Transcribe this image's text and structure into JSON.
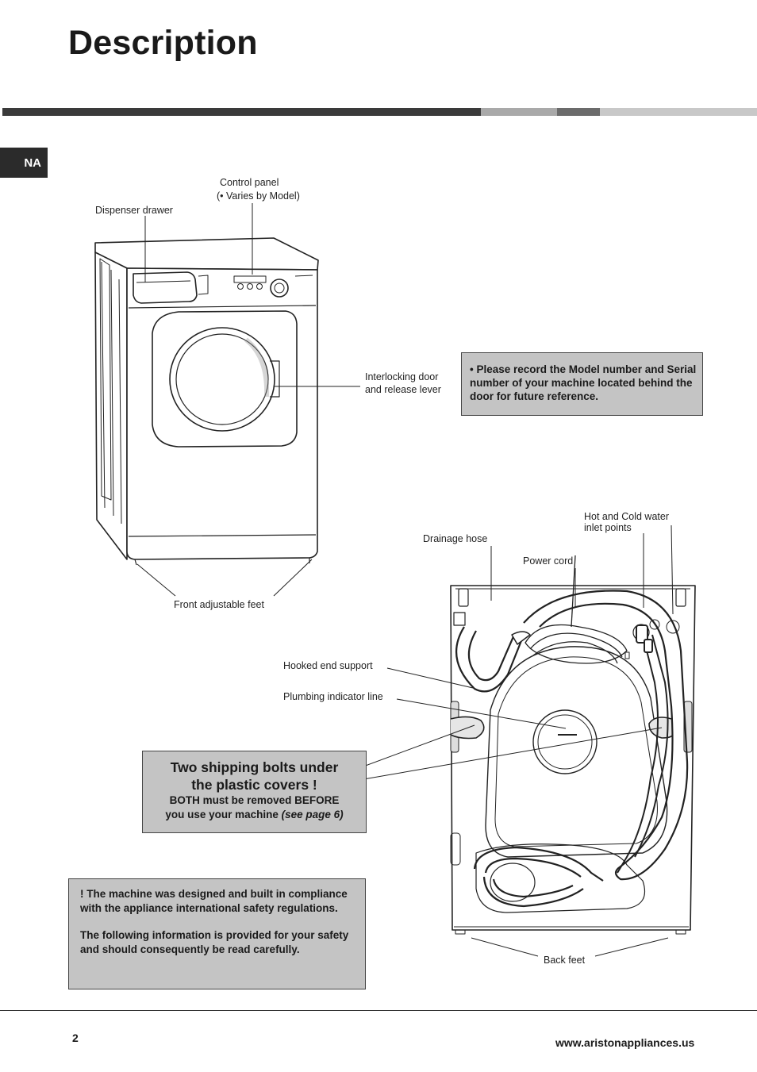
{
  "header": {
    "title": "Description",
    "stripe_colors": [
      "#3a3a3a",
      "#a9a9a9",
      "#6b6b6b",
      "#c8c8c8"
    ]
  },
  "tab": {
    "label": "NA"
  },
  "labels": {
    "control_panel": "Control panel",
    "varies_by_model": "(• Varies by Model)",
    "dispenser_drawer": "Dispenser drawer",
    "interlocking_door_1": "Interlocking door",
    "interlocking_door_2": "and release lever",
    "front_feet": "Front adjustable feet",
    "drainage_hose": "Drainage hose",
    "power_cord": "Power cord",
    "inlet_points_1": "Hot and Cold water",
    "inlet_points_2": "inlet points",
    "hooked_end": "Hooked end support",
    "plumbing_line": "Plumbing indicator line",
    "back_feet": "Back  feet"
  },
  "record_note": "• Please record the Model number and Serial number of your machine located behind the door for future reference.",
  "bolts": {
    "heading_1": "Two shipping bolts under",
    "heading_2": "the plastic covers !",
    "text_1": "BOTH must be removed BEFORE",
    "text_2": "you use your machine ",
    "text_3": "(see page 6)"
  },
  "safety": {
    "para_1": "! The machine was designed and built in compliance with the appliance international safety regulations.",
    "para_2": "The following information is provided for your safety and should consequently be read carefully."
  },
  "footer": {
    "page_number": "2",
    "website": "www.aristonappliances.us"
  }
}
